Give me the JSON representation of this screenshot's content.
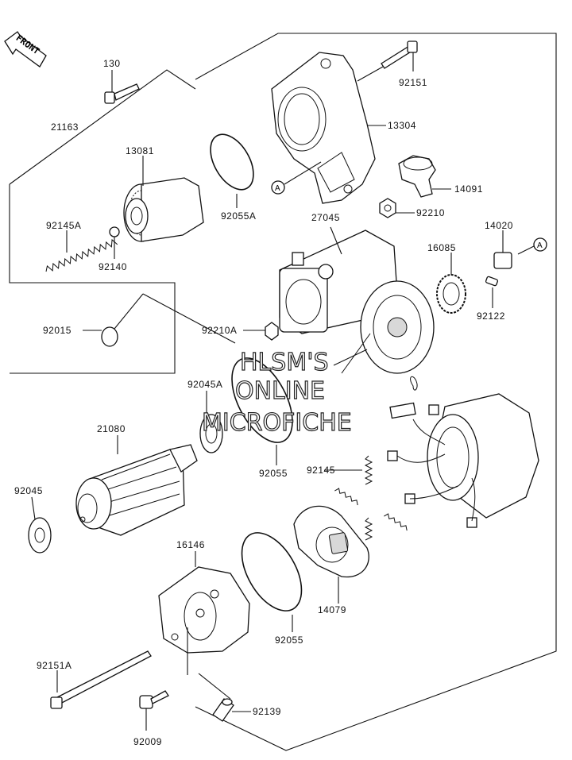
{
  "front_arrow": {
    "label": "FRONT"
  },
  "callout_a": "A",
  "watermark": [
    "HLSM'S",
    "ONLINE",
    "MICROFICHE"
  ],
  "parts": [
    {
      "id": "p130",
      "num": "130"
    },
    {
      "id": "p92151",
      "num": "92151"
    },
    {
      "id": "p21163",
      "num": "21163"
    },
    {
      "id": "p13304",
      "num": "13304"
    },
    {
      "id": "p13081",
      "num": "13081"
    },
    {
      "id": "p14091",
      "num": "14091"
    },
    {
      "id": "p92055A",
      "num": "92055A"
    },
    {
      "id": "p27045",
      "num": "27045"
    },
    {
      "id": "p92210",
      "num": "92210"
    },
    {
      "id": "p92145A",
      "num": "92145A"
    },
    {
      "id": "p14020",
      "num": "14020"
    },
    {
      "id": "p92140",
      "num": "92140"
    },
    {
      "id": "p16085",
      "num": "16085"
    },
    {
      "id": "p92122",
      "num": "92122"
    },
    {
      "id": "p92015",
      "num": "92015"
    },
    {
      "id": "p92210A",
      "num": "92210A"
    },
    {
      "id": "p92045A",
      "num": "92045A"
    },
    {
      "id": "p21080",
      "num": "21080"
    },
    {
      "id": "p92055",
      "num": "92055"
    },
    {
      "id": "p92145",
      "num": "92145"
    },
    {
      "id": "p92045",
      "num": "92045"
    },
    {
      "id": "p16146",
      "num": "16146"
    },
    {
      "id": "p14079",
      "num": "14079"
    },
    {
      "id": "p92055b",
      "num": "92055"
    },
    {
      "id": "p92151A",
      "num": "92151A"
    },
    {
      "id": "p92139",
      "num": "92139"
    },
    {
      "id": "p92009",
      "num": "92009"
    }
  ]
}
